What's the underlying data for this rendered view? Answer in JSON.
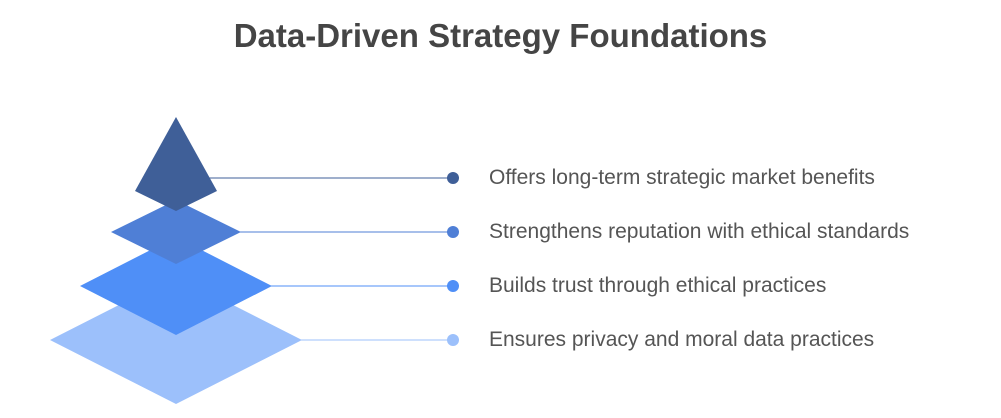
{
  "title": "Data-Driven Strategy Foundations",
  "levels": [
    {
      "label": "Offers long-term strategic market benefits",
      "color": "#3f5f98"
    },
    {
      "label": "Strengthens reputation with ethical standards",
      "color": "#4f7fd6"
    },
    {
      "label": "Builds trust through ethical practices",
      "color": "#4f8ff7"
    },
    {
      "label": "Ensures privacy and moral data practices",
      "color": "#9cc0fb"
    }
  ]
}
